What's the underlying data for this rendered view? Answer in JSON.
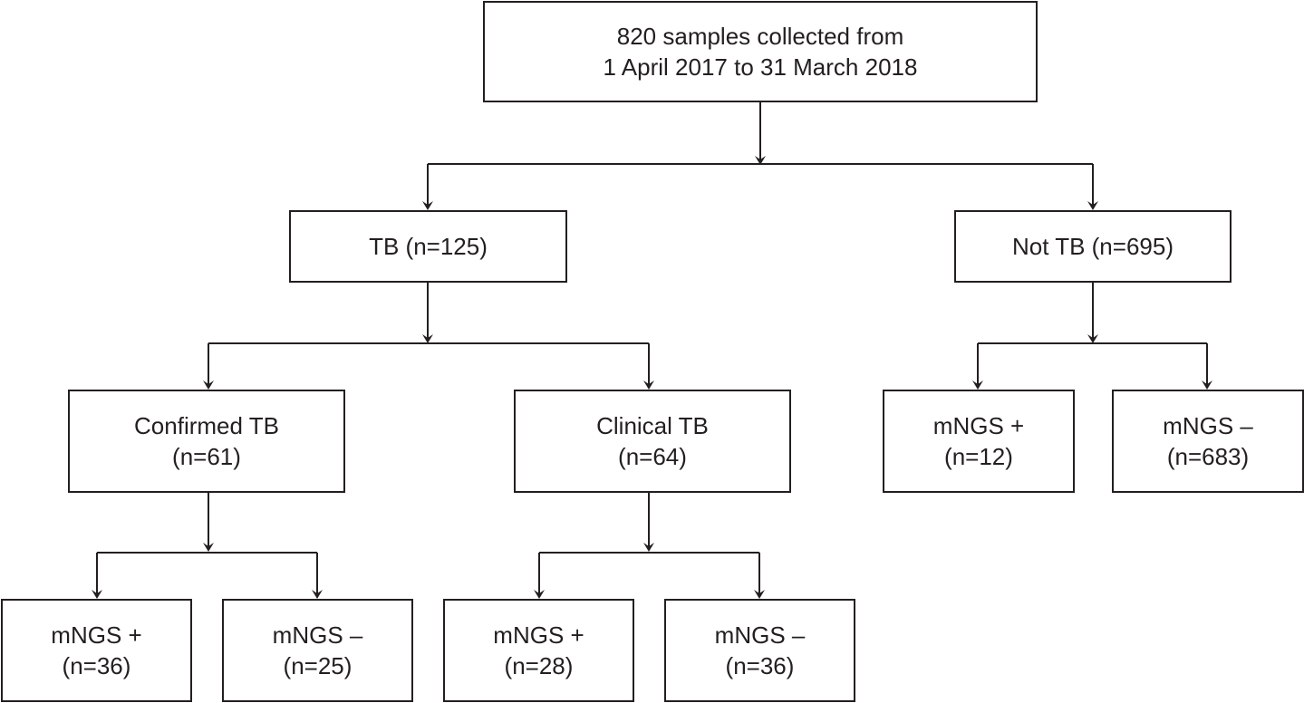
{
  "root": {
    "line1": "820 samples collected from",
    "line2": "1 April 2017 to 31 March 2018"
  },
  "tb": {
    "label": "TB (n=125)"
  },
  "not_tb": {
    "label": "Not TB (n=695)"
  },
  "confirmed_tb": {
    "line1": "Confirmed TB",
    "line2": "(n=61)"
  },
  "clinical_tb": {
    "line1": "Clinical TB",
    "line2": "(n=64)"
  },
  "not_tb_pos": {
    "line1": "mNGS +",
    "line2": "(n=12)"
  },
  "not_tb_neg": {
    "line1": "mNGS –",
    "line2": "(n=683)"
  },
  "confirmed_pos": {
    "line1": "mNGS +",
    "line2": "(n=36)"
  },
  "confirmed_neg": {
    "line1": "mNGS –",
    "line2": "(n=25)"
  },
  "clinical_pos": {
    "line1": "mNGS +",
    "line2": "(n=28)"
  },
  "clinical_neg": {
    "line1": "mNGS –",
    "line2": "(n=36)"
  }
}
